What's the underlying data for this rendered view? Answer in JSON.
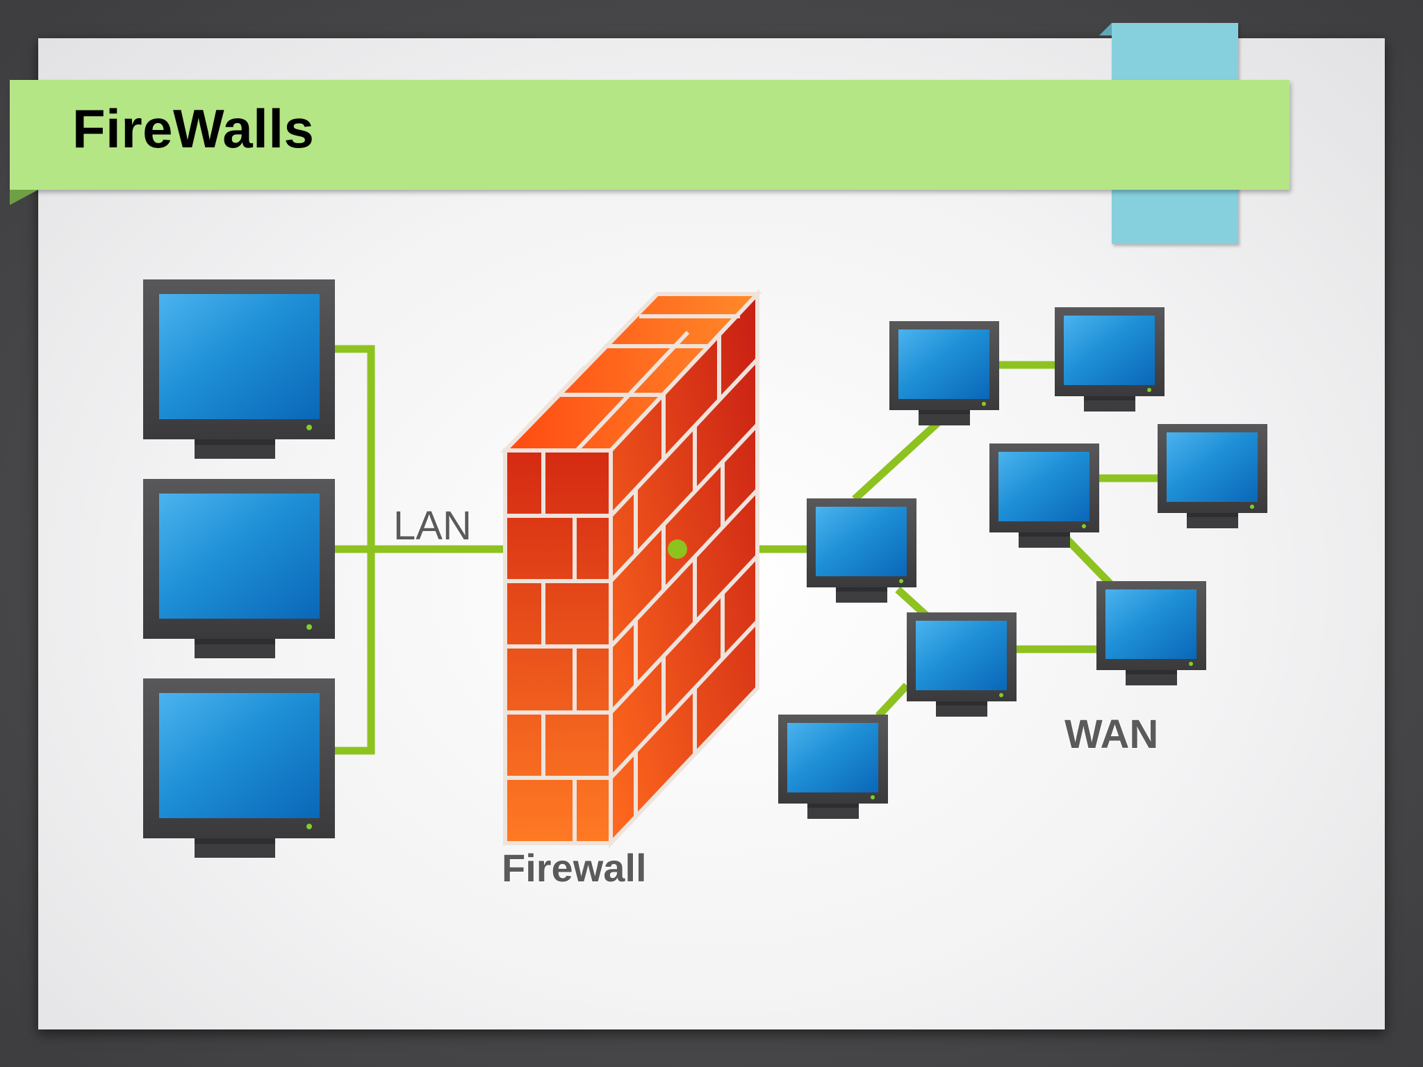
{
  "slide": {
    "title": "FireWalls"
  },
  "diagram": {
    "lan_label": "LAN",
    "firewall_label": "Firewall",
    "wan_label": "WAN",
    "lan_computer_count": 3,
    "wan_computer_count": 8
  },
  "colors": {
    "title_band": "#b4e685",
    "accent_block": "#86d0dd",
    "connector": "#8dc21f",
    "screen": "#1e8fd6",
    "monitor_frame": "#4a4a4c",
    "brick": "#e8451e",
    "mortar": "#efe3dc",
    "label_text": "#5a5a5a"
  },
  "icons": {
    "computer": "monitor-icon",
    "firewall": "brick-wall-icon"
  }
}
